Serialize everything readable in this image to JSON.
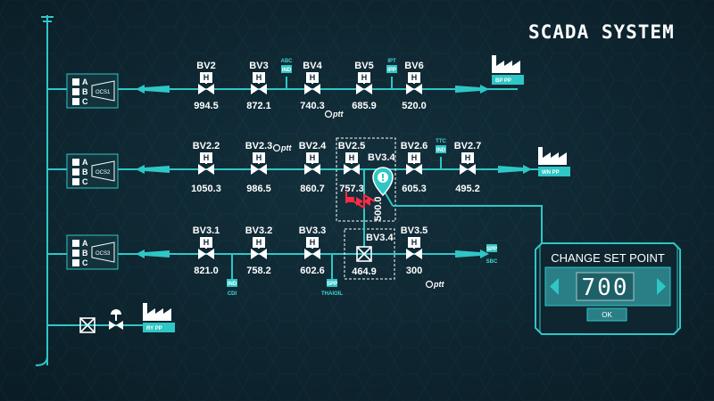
{
  "title": "SCADA SYSTEM",
  "rows": [
    {
      "ocs": "OCS1",
      "valves": [
        {
          "id": "BV2",
          "value": "994.5"
        },
        {
          "id": "BV3",
          "value": "872.1"
        },
        {
          "id": "BV4",
          "value": "740.3"
        },
        {
          "id": "BV5",
          "value": "685.9"
        },
        {
          "id": "BV6",
          "value": "520.0"
        }
      ],
      "plant": "BP PP"
    },
    {
      "ocs": "OCS2",
      "valves": [
        {
          "id": "BV2.2",
          "value": "1050.3"
        },
        {
          "id": "BV2.3",
          "value": "986.5"
        },
        {
          "id": "BV2.4",
          "value": "860.7"
        },
        {
          "id": "BV2.5",
          "value": "757.3"
        },
        {
          "id": "BV2.6",
          "value": "605.3"
        },
        {
          "id": "BV2.7",
          "value": "495.2"
        }
      ],
      "plant": "WN PP"
    },
    {
      "ocs": "OCS3",
      "valves": [
        {
          "id": "BV3.1",
          "value": "821.0"
        },
        {
          "id": "BV3.2",
          "value": "758.2"
        },
        {
          "id": "BV3.3",
          "value": "602.6"
        },
        {
          "id": "BV3.4",
          "value": "464.9"
        },
        {
          "id": "BV3.5",
          "value": "300"
        }
      ],
      "plant": ""
    }
  ],
  "bottom_plant": "RY PP",
  "bypass": {
    "id": "BV3.4",
    "value": "500.0"
  },
  "ocs_letters": [
    "A",
    "B",
    "C"
  ],
  "valve_tag": "H",
  "tags": {
    "abc": "ABC",
    "ind_top": "IND",
    "ipt": "IPT",
    "ipp": "IPP",
    "ttc": "TTC",
    "ind_mid": "IND",
    "ind_bot": "IND",
    "cdi": "CDI",
    "spp_bot": "SPP",
    "thaioil": "THAIOIL",
    "spp_right": "SPP",
    "sbc": "SBC"
  },
  "ptt": "ptt",
  "set_point": {
    "title": "CHANGE SET POINT",
    "value": "700",
    "ok_label": "OK"
  },
  "colors": {
    "background": "#0f2530",
    "pipe": "#2fc6c6",
    "alert": "#ff2a45",
    "text": "#ffffff"
  }
}
